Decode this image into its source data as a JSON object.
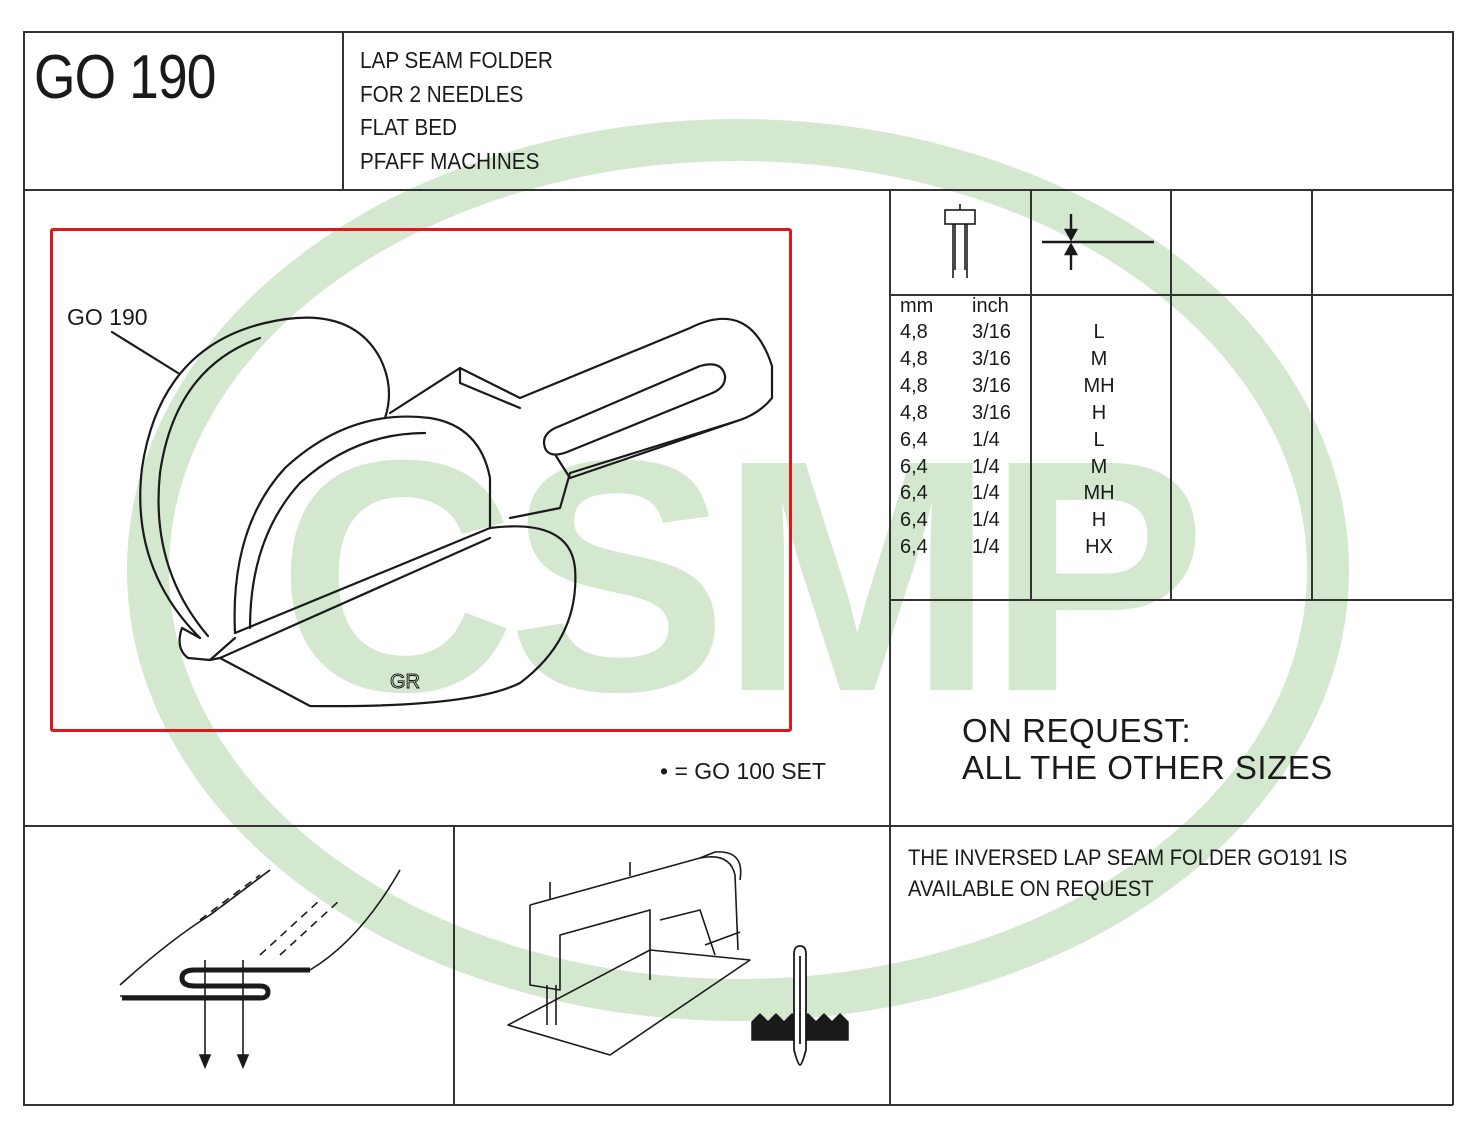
{
  "header": {
    "model": "GO 190",
    "description": [
      "LAP SEAM FOLDER",
      "FOR 2 NEEDLES",
      "FLAT BED",
      "PFAFF MACHINES"
    ]
  },
  "figure": {
    "part_label": "GO 190",
    "set_note": "• = GO 100 SET",
    "engraving": "GR"
  },
  "sizes": {
    "headers": {
      "mm": "mm",
      "inch": "inch"
    },
    "rows": [
      {
        "mm": "4,8",
        "inch": "3/16",
        "grade": "L"
      },
      {
        "mm": "4,8",
        "inch": "3/16",
        "grade": "M"
      },
      {
        "mm": "4,8",
        "inch": "3/16",
        "grade": "MH"
      },
      {
        "mm": "4,8",
        "inch": "3/16",
        "grade": "H"
      },
      {
        "mm": "6,4",
        "inch": "1/4",
        "grade": "L"
      },
      {
        "mm": "6,4",
        "inch": "1/4",
        "grade": "M"
      },
      {
        "mm": "6,4",
        "inch": "1/4",
        "grade": "MH"
      },
      {
        "mm": "6,4",
        "inch": "1/4",
        "grade": "H"
      },
      {
        "mm": "6,4",
        "inch": "1/4",
        "grade": "HX"
      }
    ]
  },
  "on_request": {
    "line1": "ON REQUEST:",
    "line2": "ALL THE OTHER SIZES"
  },
  "note": {
    "line1": "THE INVERSED LAP SEAM FOLDER GO191 IS",
    "line2": "AVAILABLE ON REQUEST"
  },
  "watermark": {
    "text": "CSMP",
    "color": "#cfe5cc"
  }
}
